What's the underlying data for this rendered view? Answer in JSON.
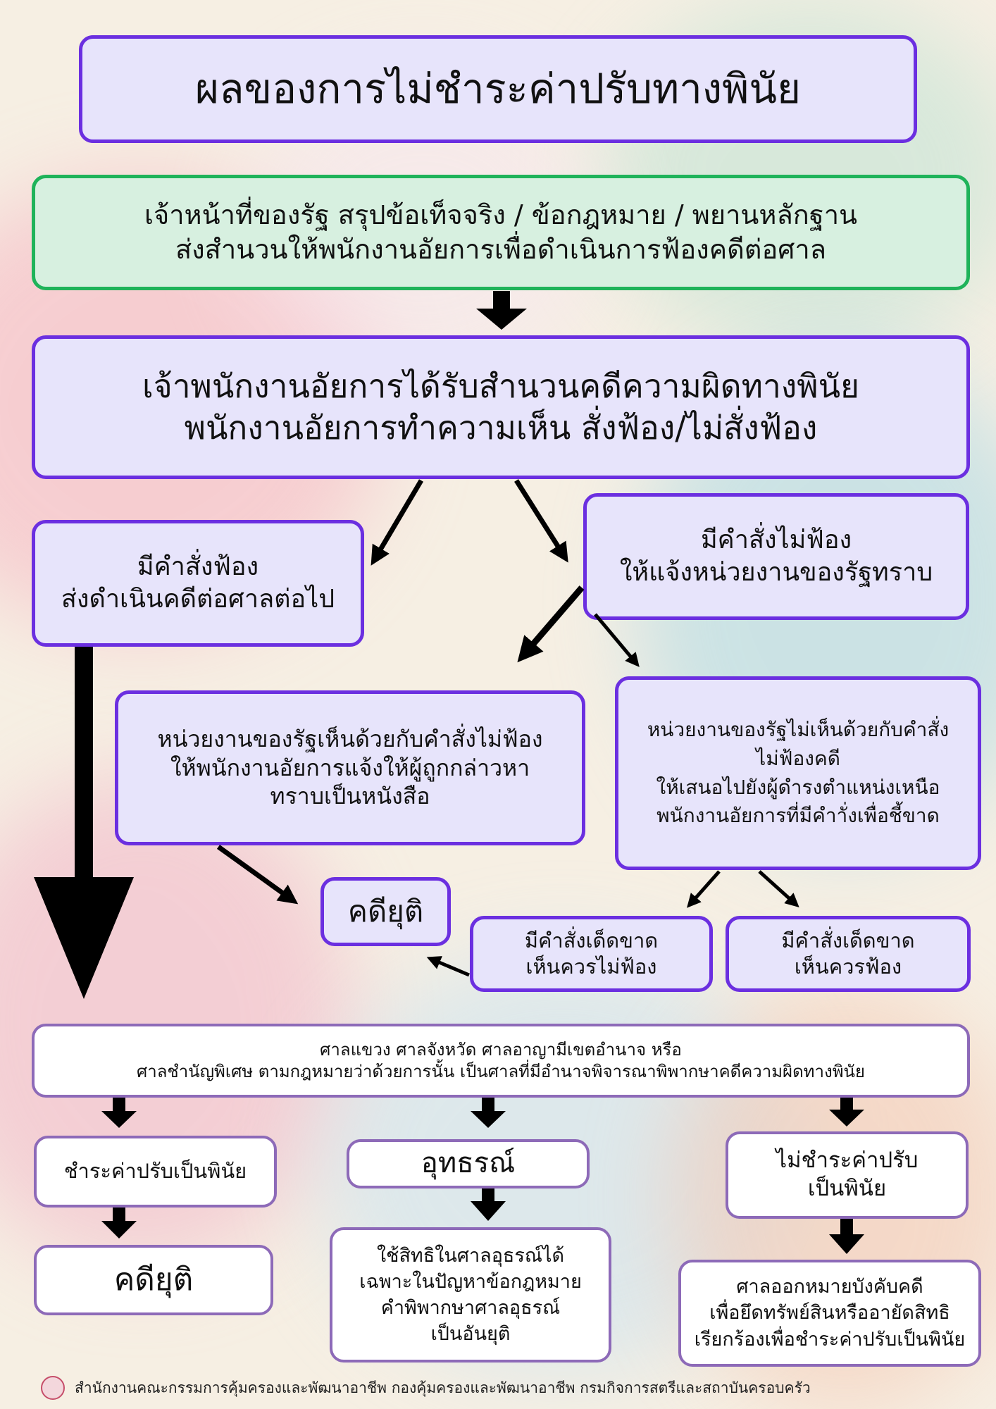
{
  "title": "ผลของการไม่ชำระค่าปรับทางพินัย",
  "step_officer": {
    "line1": "เจ้าหน้าที่ของรัฐ สรุปข้อเท็จจริง / ข้อกฎหมาย / พยานหลักฐาน",
    "line2": "ส่งสำนวนให้พนักงานอัยการเพื่อดำเนินการฟ้องคดีต่อศาล"
  },
  "step_prosecutor": {
    "line1": "เจ้าพนักงานอัยการได้รับสำนวนคดีความผิดทางพินัย",
    "line2": "พนักงานอัยการทำความเห็น สั่งฟ้อง/ไม่สั่งฟ้อง"
  },
  "order_prosecute": {
    "line1": "มีคำสั่งฟ้อง",
    "line2": "ส่งดำเนินคดีต่อศาลต่อไป"
  },
  "order_not_prosecute": {
    "line1": "มีคำสั่งไม่ฟ้อง",
    "line2": "ให้แจ้งหน่วยงานของรัฐทราบ"
  },
  "agency_agrees": {
    "line1": "หน่วยงานของรัฐเห็นด้วยกับคำสั่งไม่ฟ้อง",
    "line2": "ให้พนักงานอัยการแจ้งให้ผู้ถูกกล่าวหา",
    "line3": "ทราบเป็นหนังสือ"
  },
  "agency_disagrees": {
    "line1": "หน่วยงานของรัฐไม่เห็นด้วยกับคำสั่ง",
    "line2": "ไม่ฟ้องคดี",
    "line3": "ให้เสนอไปยังผู้ดำรงตำแหน่งเหนือ",
    "line4": "พนักงานอัยการที่มีคำาั่งเพื่อชี้ขาด"
  },
  "case_closed_mid": "คดียุติ",
  "final_no_prosecute": {
    "line1": "มีคำสั่งเด็ดขาด",
    "line2": "เห็นควรไม่ฟ้อง"
  },
  "final_prosecute": {
    "line1": "มีคำสั่งเด็ดขาด",
    "line2": "เห็นควรฟ้อง"
  },
  "courts": {
    "line1": "ศาลแขวง ศาลจังหวัด ศาลอาญามีเขตอำนาจ หรือ",
    "line2": "ศาลชำนัญพิเศษ ตามกฎหมายว่าด้วยการนั้น เป็นศาลที่มีอำนาจพิจารณาพิพากษาคดีความผิดทางพินัย"
  },
  "outcome_paid": "ชำระค่าปรับเป็นพินัย",
  "case_closed_bottom": "คดียุติ",
  "outcome_appeal": "อุทธรณ์",
  "appeal_detail": {
    "line1": "ใช้สิทธิในศาลอุธรณ์ได้",
    "line2": "เฉพาะในปัญหาข้อกฎหมาย",
    "line3": "คำพิพากษาศาลอุธรณ์",
    "line4": "เป็นอันยุติ"
  },
  "outcome_unpaid": {
    "line1": "ไม่ชำระค่าปรับ",
    "line2": "เป็นพินัย"
  },
  "enforcement": {
    "line1": "ศาลออกหมายบังคับคดี",
    "line2": "เพื่อยึดทรัพย์สินหรืออายัดสิทธิ",
    "line3": "เรียกร้องเพื่อชำระค่าปรับเป็นพินัย"
  },
  "footer": "สำนักงานคณะกรรมการคุ้มครองและพัฒนาอาชีพ กองคุ้มครองและพัฒนาอาชีพ กรมกิจการสตรีและสถาบันครอบครัว",
  "colors": {
    "purple_border": "#6b2fe0",
    "purple_fill": "#e7e4fb",
    "green_border": "#1fb35a",
    "green_fill": "#d7f0e0",
    "white_border": "#8d6ab8",
    "arrow": "#000000"
  }
}
